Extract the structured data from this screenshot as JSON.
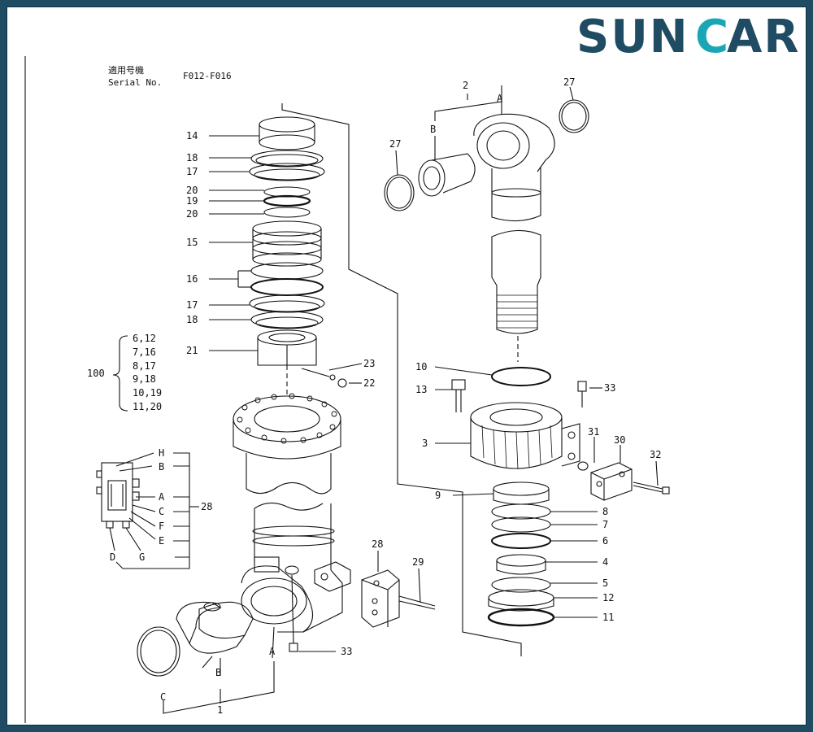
{
  "brand": {
    "name": "SUNCAR",
    "color": "#1f4b63",
    "accent": "#1aa6b5"
  },
  "header": {
    "applicable_jp": "適用号機",
    "serial_label": "Serial No.",
    "serial_value": "F012-F016"
  },
  "group_100": {
    "label": "100",
    "items": [
      "6,12",
      "7,16",
      "8,17",
      "9,18",
      "10,19",
      "11,20"
    ]
  },
  "part_numbers": {
    "p1": "1",
    "p2": "2",
    "p3": "3",
    "p4": "4",
    "p5": "5",
    "p6": "6",
    "p7": "7",
    "p8": "8",
    "p9": "9",
    "p10": "10",
    "p11": "11",
    "p12": "12",
    "p13": "13",
    "p14": "14",
    "p15": "15",
    "p16": "16",
    "p17": "17",
    "p18": "18",
    "p19": "19",
    "p20": "20",
    "p21": "21",
    "p22": "22",
    "p23": "23",
    "p27": "27",
    "p28": "28",
    "p29": "29",
    "p30": "30",
    "p31": "31",
    "p32": "32",
    "p33": "33"
  },
  "letters": {
    "A": "A",
    "B": "B",
    "C": "C",
    "D": "D",
    "E": "E",
    "F": "F",
    "G": "G",
    "H": "H"
  }
}
